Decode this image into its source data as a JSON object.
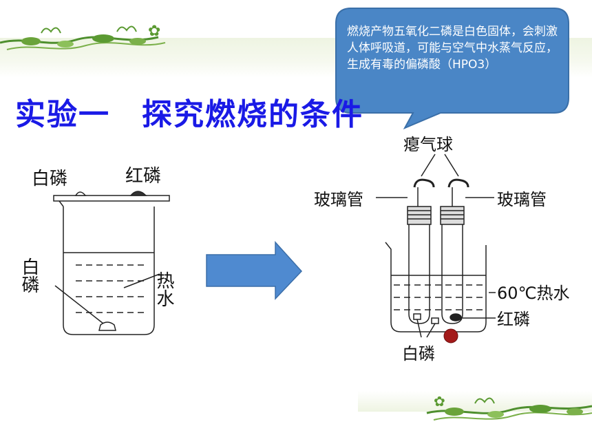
{
  "title": "实验一　探究燃烧的条件",
  "callout": {
    "text": "燃烧产物五氧化二磷是白色固体，会刺激人体呼吸道，可能与空气中水蒸气反应，生成有毒的偏磷酸（HPO3）"
  },
  "left_diagram": {
    "white_phosphorus_top": "白磷",
    "red_phosphorus_top": "红磷",
    "white_phosphorus_side": "白磷",
    "hot_water": "热水"
  },
  "right_diagram": {
    "balloon": "瘪气球",
    "glass_tube_left": "玻璃管",
    "glass_tube_right": "玻璃管",
    "hot_water_60": "60℃热水",
    "red_phosphorus": "红磷",
    "white_phosphorus": "白磷"
  },
  "colors": {
    "title": "#1a1ae6",
    "callout_fill": "#4a86c6",
    "arrow_fill": "#4f8ad0",
    "red_dot": "#a31a1a"
  }
}
